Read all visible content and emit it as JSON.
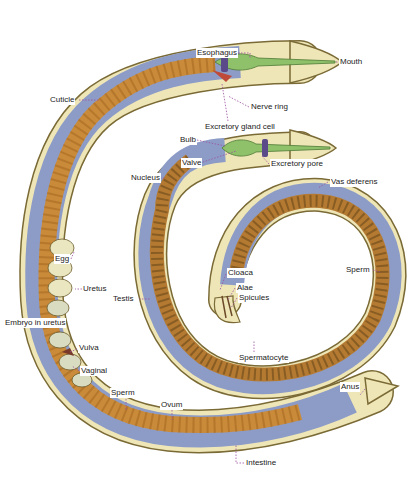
{
  "diagram": {
    "labels": [
      "Esophagus",
      "Mouth",
      "Cuticle",
      "Nerve ring",
      "Excretory gland cell",
      "Bulb",
      "Valve",
      "Excretory pore",
      "Nucleus",
      "Vas deferens",
      "Egg",
      "Uretus",
      "Sperm",
      "Cloaca",
      "Alae",
      "Spicules",
      "Testis",
      "Embryo in uretus",
      "Spermatocyte",
      "Vulva",
      "Vaginal",
      "Sperm",
      "Ovum",
      "Anus",
      "Intestine"
    ]
  }
}
